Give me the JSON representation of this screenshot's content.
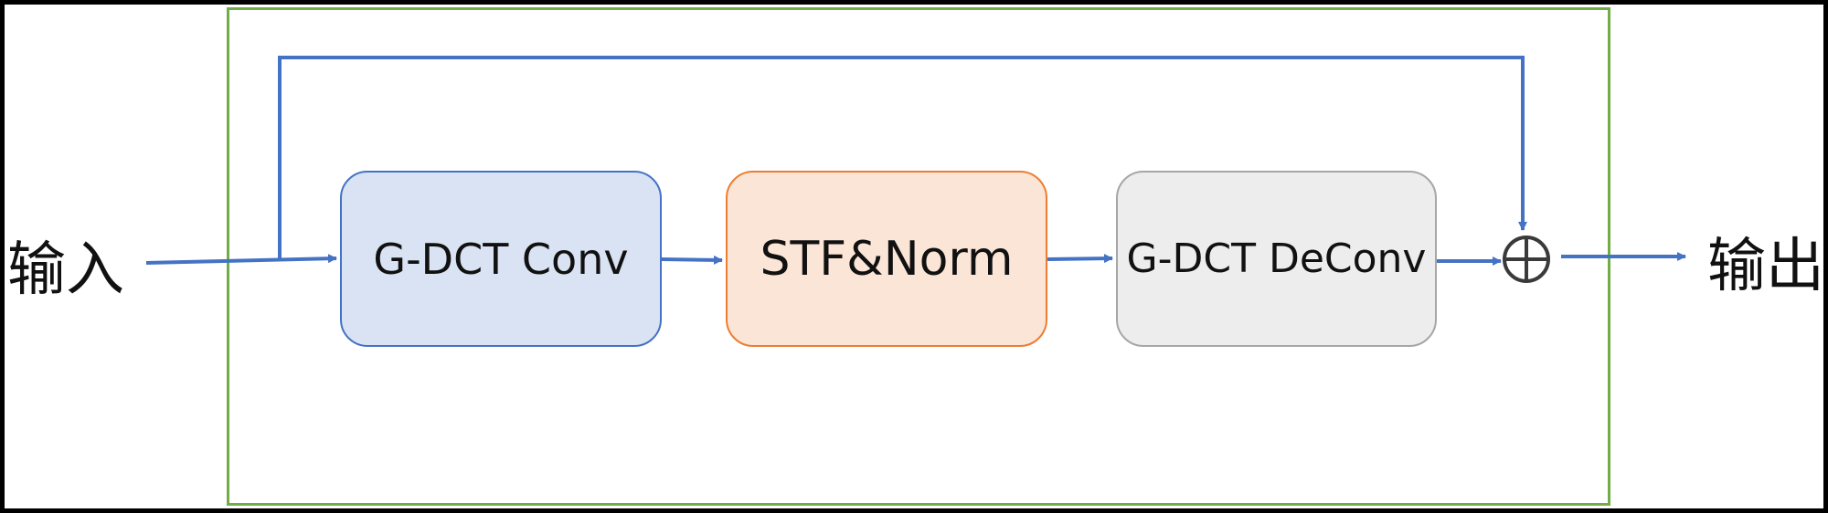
{
  "labels": {
    "input": "输入",
    "output": "输出"
  },
  "blocks": [
    {
      "text": "G-DCT Conv"
    },
    {
      "text": "STF&Norm"
    },
    {
      "text": "G-DCT DeConv"
    }
  ],
  "operator": "⊕",
  "colors": {
    "arrow": "#4472c4",
    "frame_border": "#70ad47",
    "block1_fill": "#dae3f3",
    "block1_border": "#4472c4",
    "block2_fill": "#fbe5d6",
    "block2_border": "#ed7d31",
    "block3_fill": "#ededed",
    "block3_border": "#a6a6a6"
  }
}
